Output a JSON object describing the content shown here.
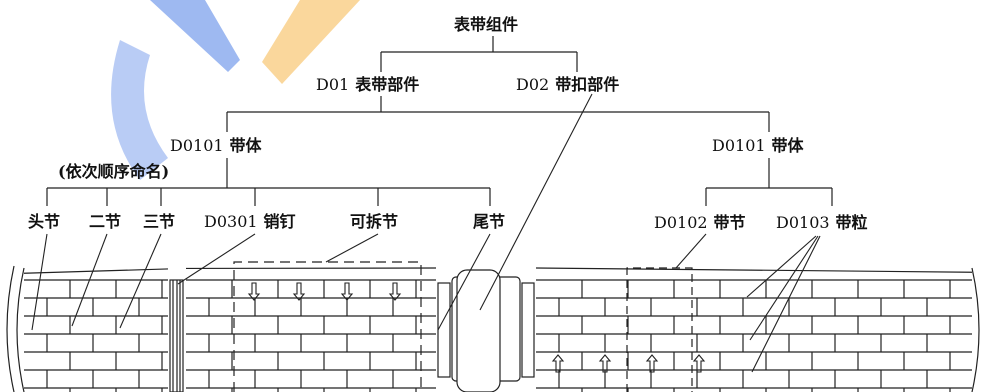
{
  "diagram": {
    "root": "表带组件",
    "parts": [
      {
        "code": "D01",
        "label": "表带部件"
      },
      {
        "code": "D02",
        "label": "带扣部件"
      }
    ],
    "body_left": {
      "code": "D0101",
      "label": "带体"
    },
    "body_right": {
      "code": "D0101",
      "label": "带体"
    },
    "naming_note": "(依次顺序命名)",
    "leaves_left": [
      {
        "code": "",
        "label": "头节"
      },
      {
        "code": "",
        "label": "二节"
      },
      {
        "code": "",
        "label": "三节"
      },
      {
        "code": "D0301",
        "label": "销钉"
      },
      {
        "code": "",
        "label": "可拆节"
      },
      {
        "code": "",
        "label": "尾节"
      }
    ],
    "leaves_right": [
      {
        "code": "D0102",
        "label": "带节"
      },
      {
        "code": "D0103",
        "label": "带粒"
      }
    ]
  },
  "colors": {
    "line": "#222222",
    "watermark_blue": "#4f7fe6",
    "watermark_orange": "#f5a623"
  }
}
